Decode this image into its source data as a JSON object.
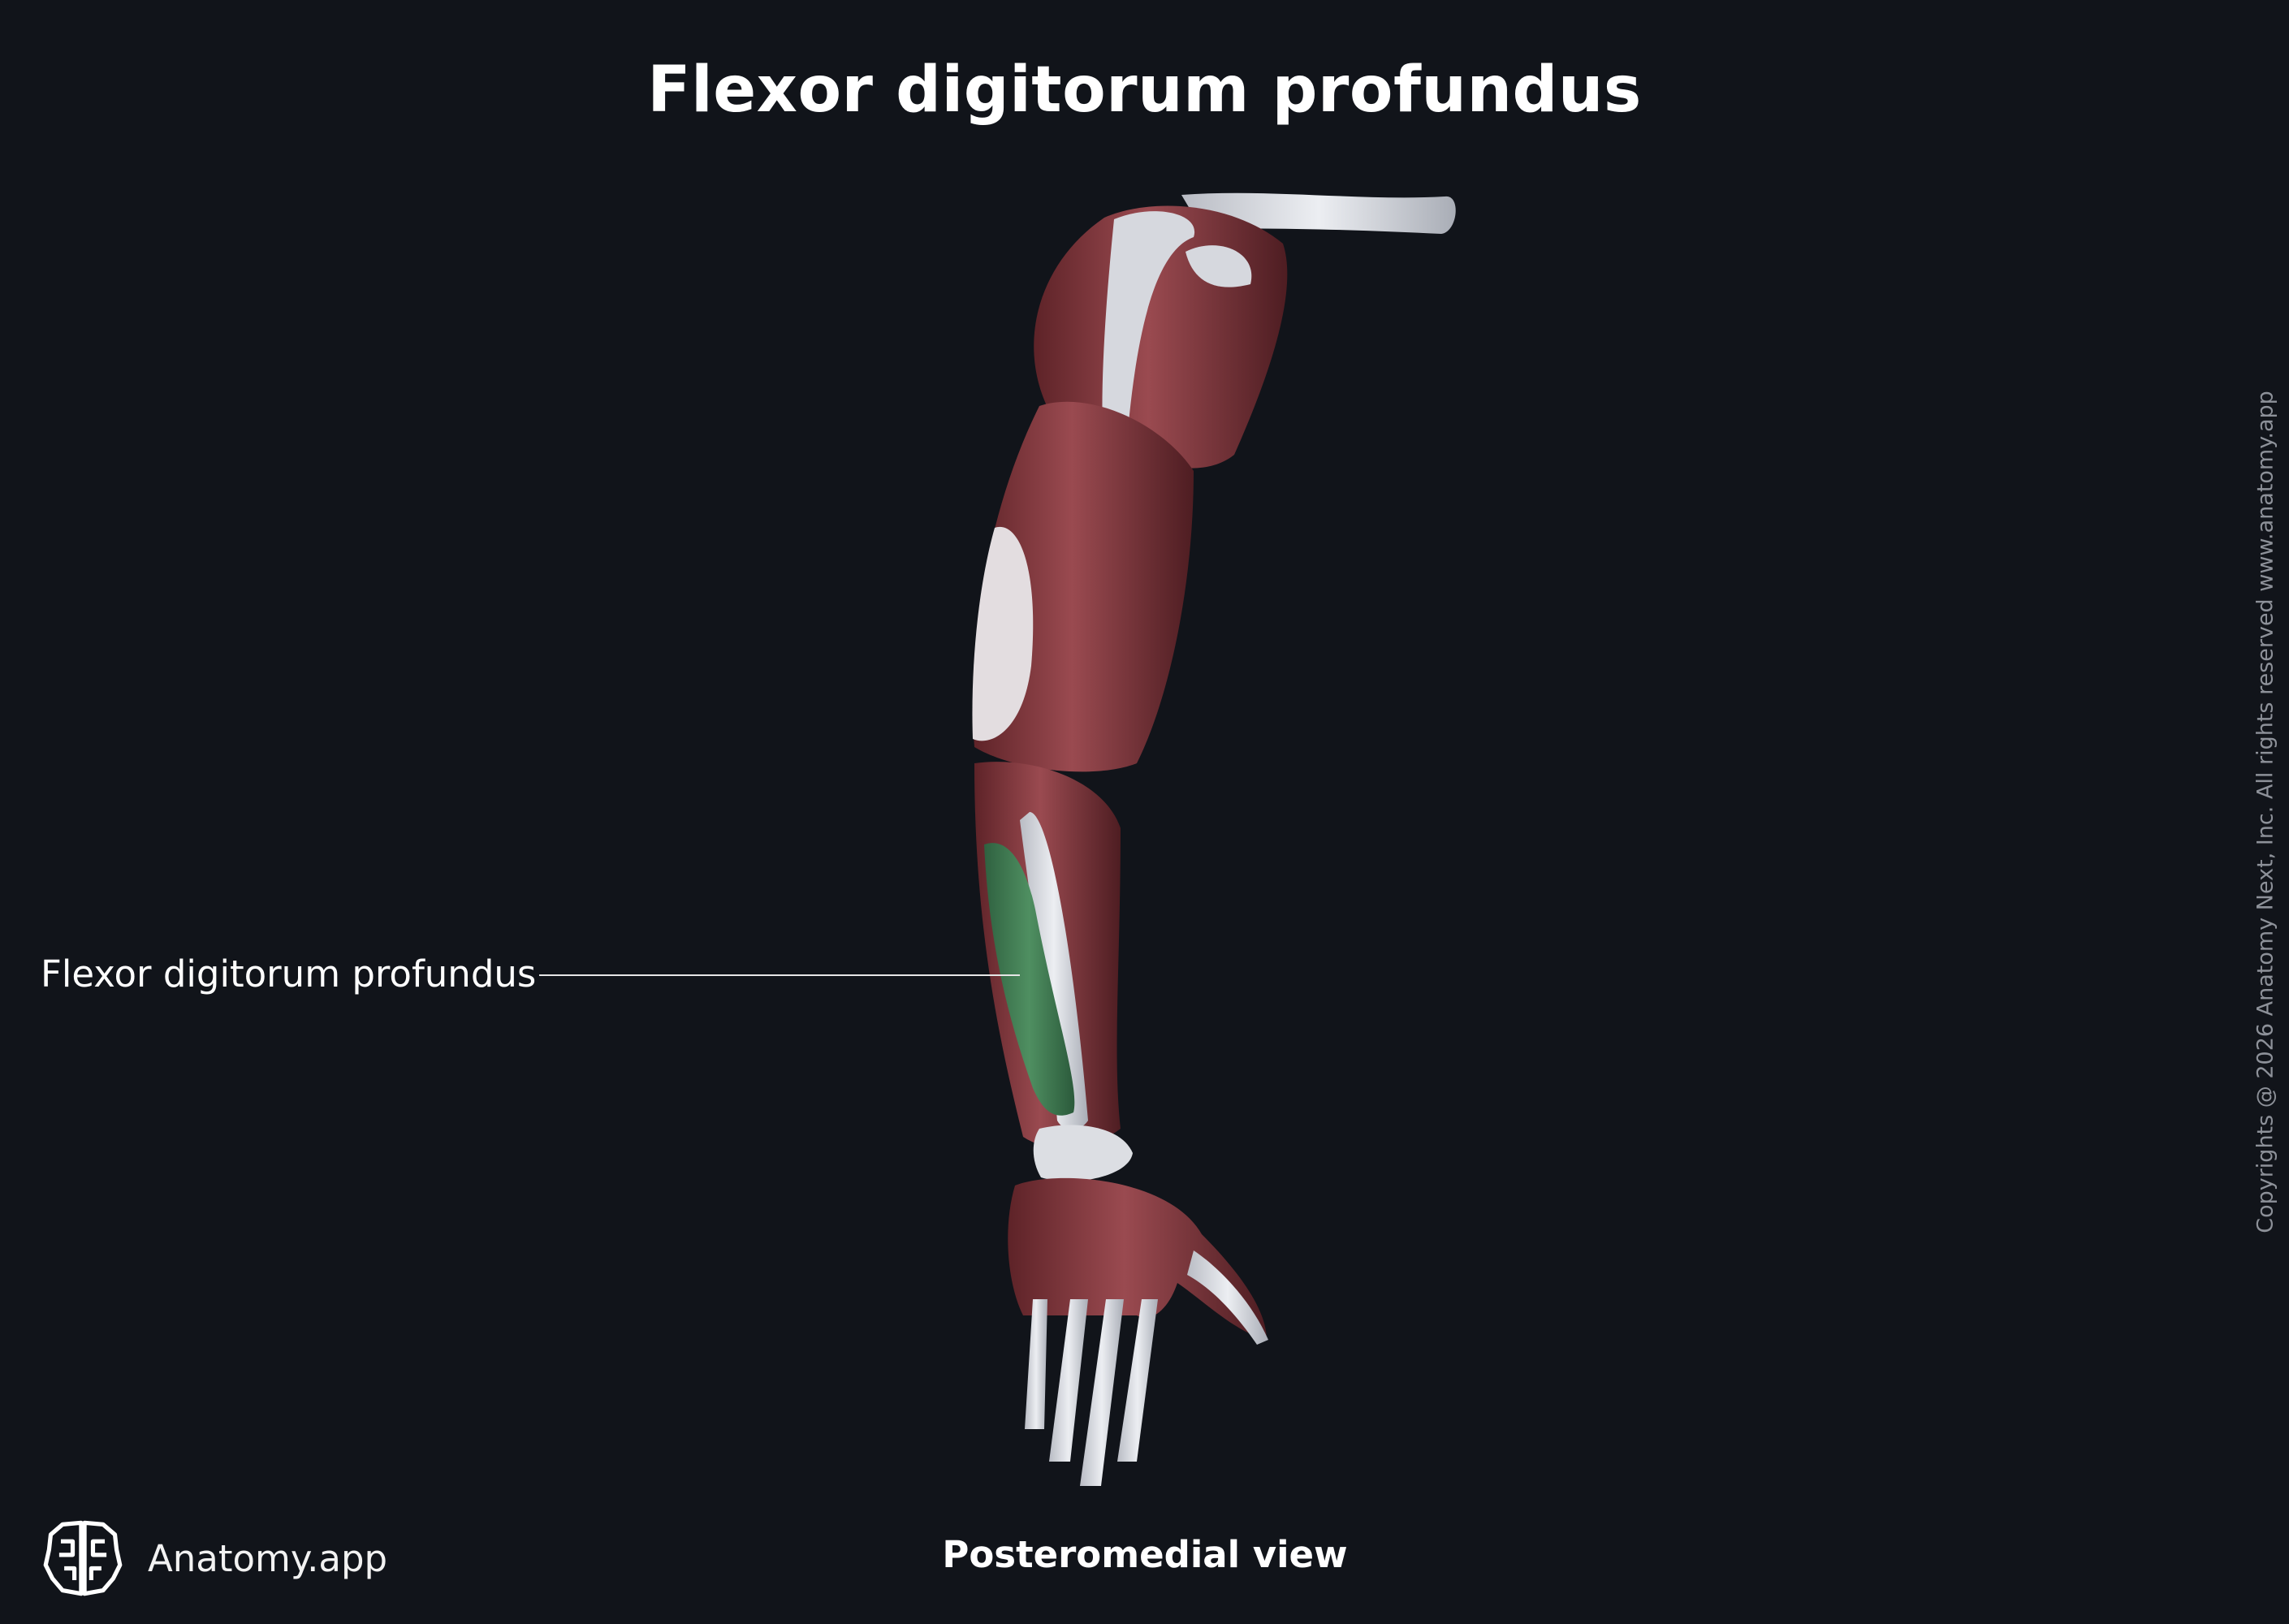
{
  "title": "Flexor digitorum profundus",
  "labels": [
    {
      "text": "Flexor digitorum profundus",
      "target": "highlighted-muscle"
    }
  ],
  "view": "Posteromedial view",
  "brand": {
    "name": "Anatomy.app",
    "icon": "brain-logo-icon"
  },
  "copyright": "Copyrights @ 2026 Anatomy Next, Inc. All rights reserved www.anatomy.app",
  "colors": {
    "background": "#11141a",
    "muscle": "#8a3a40",
    "bone": "#d9dbe0",
    "highlight": "#3f7a52",
    "text": "#ffffff"
  }
}
